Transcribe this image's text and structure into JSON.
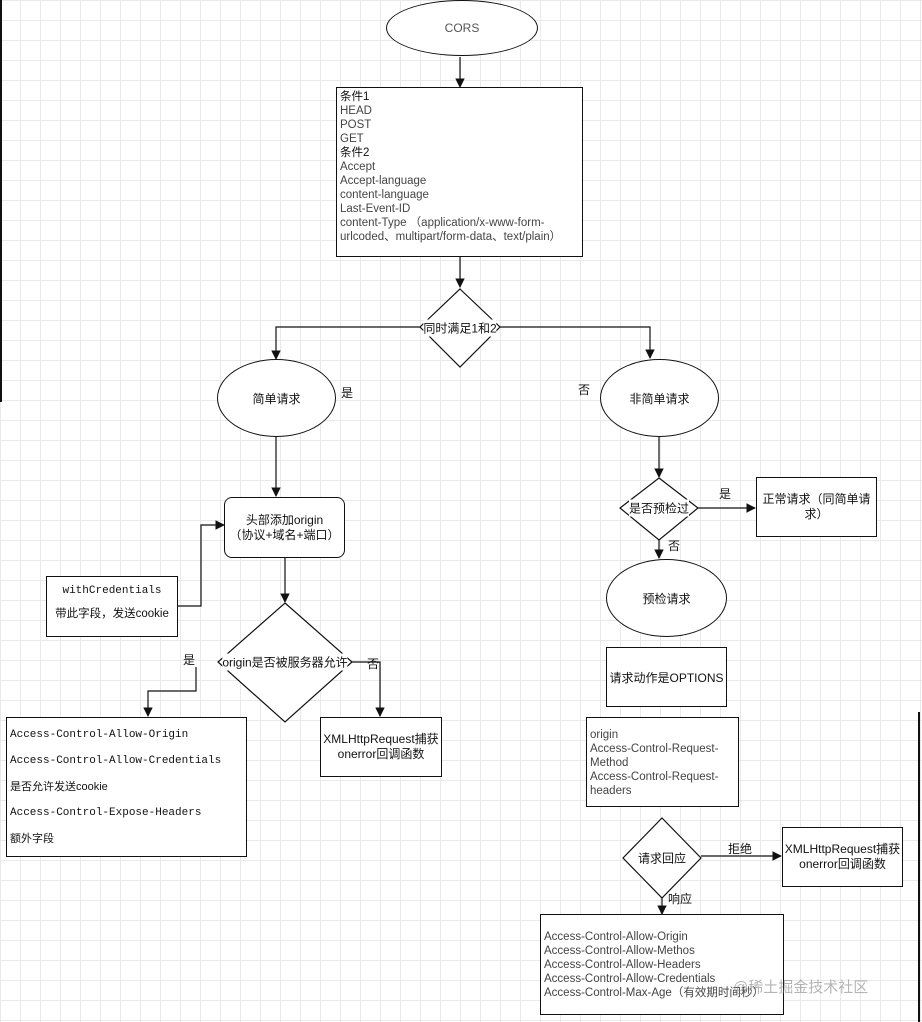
{
  "nodes": {
    "cors": "CORS",
    "conditions": [
      "条件1",
      "HEAD",
      "POST",
      "GET",
      "条件2",
      "Accept",
      "Accept-language",
      "content-language",
      "Last-Event-ID",
      "content-Type （application/x-www-form-",
      "urlcoded、multipart/form-data、text/plain）"
    ],
    "both_satisfied": "同时满足1和2",
    "simple_request": "简单请求",
    "non_simple_request": "非简单请求",
    "add_origin_line1": "头部添加origin",
    "add_origin_line2": "（协议+域名+端口）",
    "with_credentials_line1": "withCredentials",
    "with_credentials_line2": "带此字段，发送cookie",
    "origin_allowed": "origin是否被服务器允许",
    "allow_headers": [
      "Access-Control-Allow-Origin",
      "Access-Control-Allow-Credentials",
      "是否允许发送cookie",
      "Access-Control-Expose-Headers",
      "额外字段"
    ],
    "xhr_error_line1": "XMLHttpRequest捕获",
    "xhr_error_line2": "onerror回调函数",
    "preflighted": "是否预检过",
    "normal_request": "正常请求（同简单请求）",
    "preflight_request": "预检请求",
    "options_method": "请求动作是OPTIONS",
    "preflight_headers": [
      "origin",
      "Access-Control-Request-",
      "Method",
      "Access-Control-Request-",
      "headers"
    ],
    "request_response": "请求回应",
    "xhr_error2_line1": "XMLHttpRequest捕获",
    "xhr_error2_line2": "onerror回调函数",
    "response_headers": [
      "Access-Control-Allow-Origin",
      "Access-Control-Allow-Methos",
      "Access-Control-Allow-Headers",
      "Access-Control-Allow-Credentials",
      "Access-Control-Max-Age（有效期时间秒）"
    ]
  },
  "edge_labels": {
    "yes_simple": "是",
    "no_simple": "否",
    "yes_preflighted": "是",
    "no_preflighted": "否",
    "yes_allowed": "是",
    "no_allowed": "否",
    "reject": "拒绝",
    "respond": "响应"
  },
  "watermark": "@稀土掘金技术社区"
}
